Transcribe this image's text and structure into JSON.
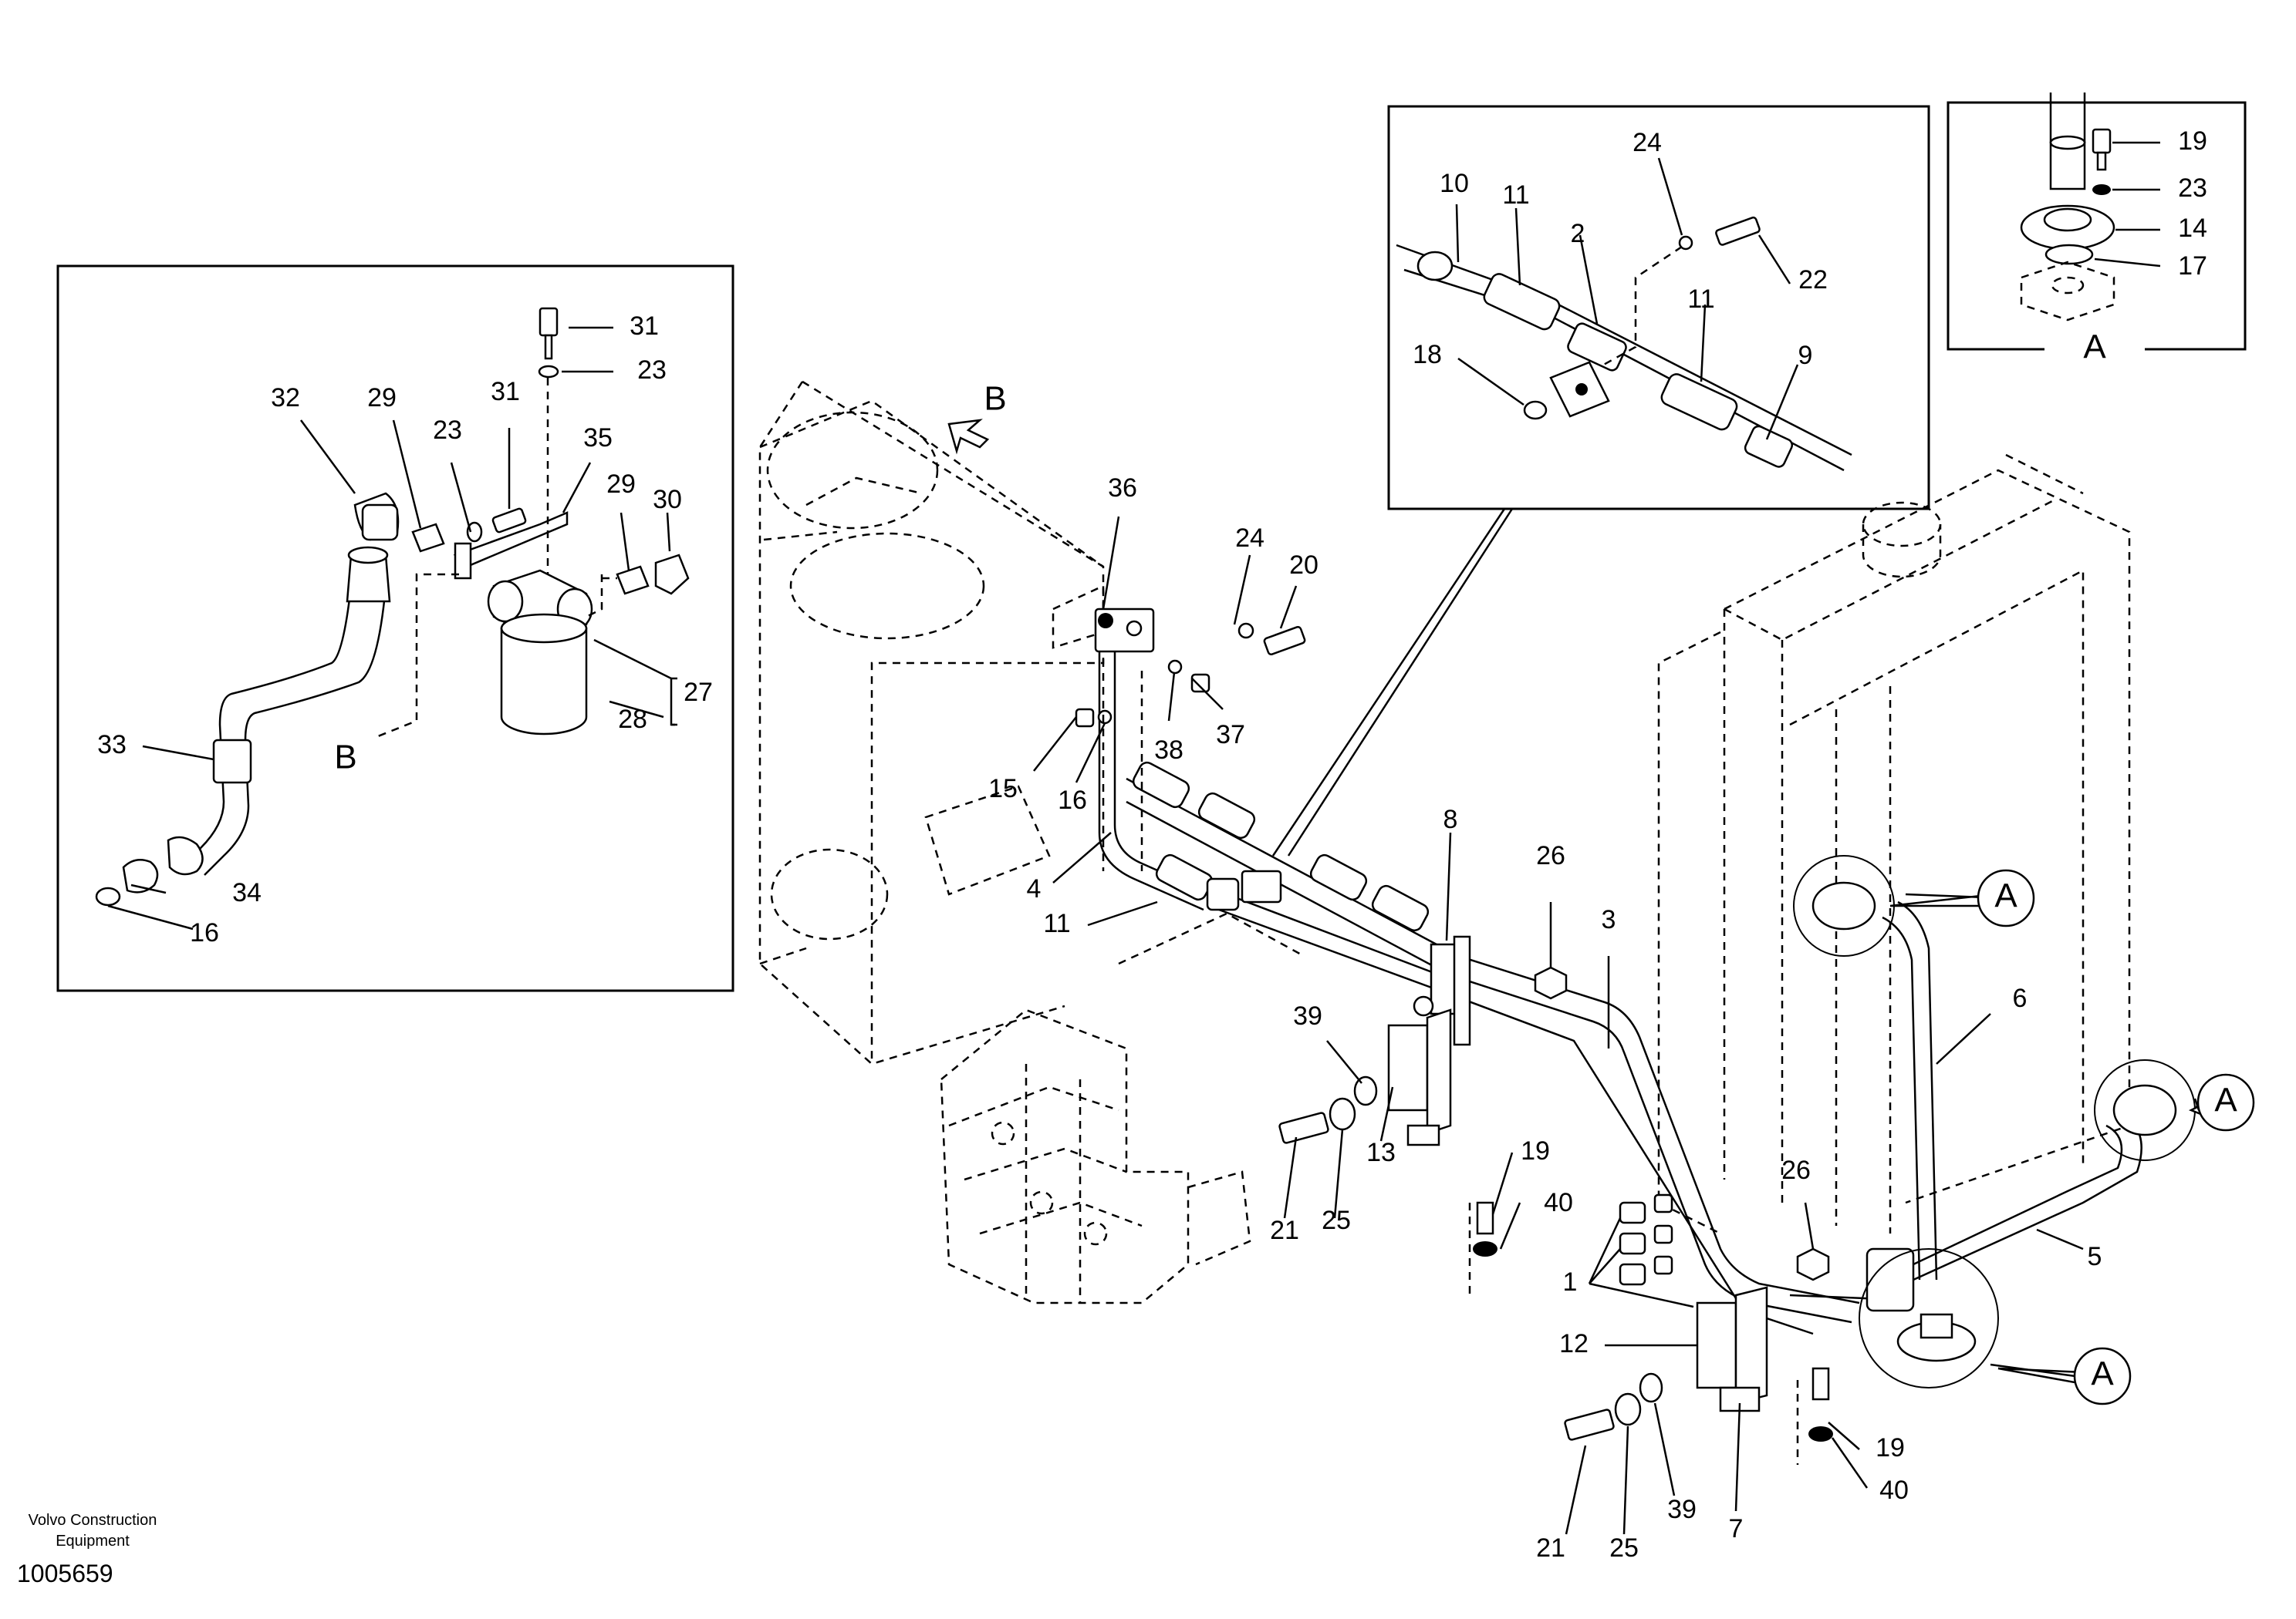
{
  "callouts": [
    {
      "id": "o1",
      "text": "31"
    },
    {
      "id": "o2",
      "text": "23"
    },
    {
      "id": "o3",
      "text": "32"
    },
    {
      "id": "o4",
      "text": "29"
    },
    {
      "id": "o5",
      "text": "23"
    },
    {
      "id": "o6",
      "text": "31"
    },
    {
      "id": "o7",
      "text": "35"
    },
    {
      "id": "o8",
      "text": "29"
    },
    {
      "id": "o9",
      "text": "30"
    },
    {
      "id": "o10",
      "text": "27"
    },
    {
      "id": "o11",
      "text": "28"
    },
    {
      "id": "o12",
      "text": "33"
    },
    {
      "id": "o13",
      "text": "B"
    },
    {
      "id": "o14",
      "text": "34"
    },
    {
      "id": "o15",
      "text": "16"
    },
    {
      "id": "d1",
      "text": "24"
    },
    {
      "id": "d2",
      "text": "10"
    },
    {
      "id": "d3",
      "text": "11"
    },
    {
      "id": "d4",
      "text": "2"
    },
    {
      "id": "d5",
      "text": "22"
    },
    {
      "id": "d6",
      "text": "11"
    },
    {
      "id": "d7",
      "text": "18"
    },
    {
      "id": "d8",
      "text": "9"
    },
    {
      "id": "a1",
      "text": "19"
    },
    {
      "id": "a2",
      "text": "23"
    },
    {
      "id": "a3",
      "text": "14"
    },
    {
      "id": "a4",
      "text": "17"
    },
    {
      "id": "a5",
      "text": "A"
    },
    {
      "id": "m1",
      "text": "B"
    },
    {
      "id": "m2",
      "text": "36"
    },
    {
      "id": "m3",
      "text": "24"
    },
    {
      "id": "m4",
      "text": "20"
    },
    {
      "id": "m5",
      "text": "37"
    },
    {
      "id": "m6",
      "text": "38"
    },
    {
      "id": "m7",
      "text": "15"
    },
    {
      "id": "m8",
      "text": "16"
    },
    {
      "id": "m9",
      "text": "4"
    },
    {
      "id": "m10",
      "text": "11"
    },
    {
      "id": "m11",
      "text": "8"
    },
    {
      "id": "m12",
      "text": "26"
    },
    {
      "id": "m13",
      "text": "3"
    },
    {
      "id": "m14",
      "text": "39"
    },
    {
      "id": "m15",
      "text": "19"
    },
    {
      "id": "m16",
      "text": "40"
    },
    {
      "id": "m17",
      "text": "21"
    },
    {
      "id": "m18",
      "text": "25"
    },
    {
      "id": "m19",
      "text": "13"
    },
    {
      "id": "m20",
      "text": "6"
    },
    {
      "id": "m21",
      "text": "A"
    },
    {
      "id": "m22",
      "text": "A"
    },
    {
      "id": "m23",
      "text": "5"
    },
    {
      "id": "m24",
      "text": "26"
    },
    {
      "id": "m25",
      "text": "1"
    },
    {
      "id": "m26",
      "text": "12"
    },
    {
      "id": "m27",
      "text": "A"
    },
    {
      "id": "m28",
      "text": "19"
    },
    {
      "id": "m29",
      "text": "40"
    },
    {
      "id": "m30",
      "text": "21"
    },
    {
      "id": "m31",
      "text": "25"
    },
    {
      "id": "m32",
      "text": "39"
    },
    {
      "id": "m33",
      "text": "7"
    }
  ],
  "credit": {
    "line1": "Volvo Construction",
    "line2": "Equipment"
  },
  "document_number": "1005659"
}
